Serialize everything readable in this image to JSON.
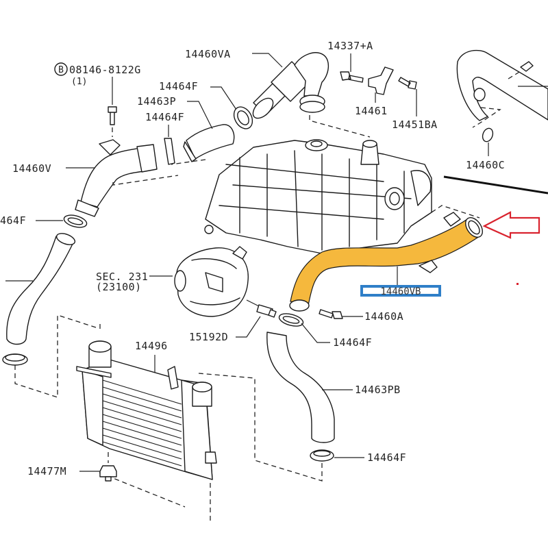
{
  "diagram": {
    "title": "Turbocharger intercooler air hose assembly parts diagram",
    "bolt_symbol": "B",
    "bolt_part": {
      "number": "08146-8122G",
      "qty": "(1)"
    },
    "labels": {
      "p14460VA": "14460VA",
      "p14337A": "14337+A",
      "p14464F_top": "14464F",
      "p14463P": "14463P",
      "p14464F_mid": "14464F",
      "p14461": "14461",
      "p14451BA": "14451BA",
      "p14460C": "14460C",
      "p14460V": "14460V",
      "p14464F_left": "464F",
      "sec_ref": "SEC. 231",
      "sec_ref_sub": "(23100)",
      "p14460A": "14460A",
      "p15192D": "15192D",
      "p14464F_right": "14464F",
      "p14496": "14496",
      "p14463PB": "14463PB",
      "p14464F_bottom": "14464F",
      "p14477M": "14477M"
    },
    "highlighted_part": {
      "label": "14460VB",
      "callout_color": "#2f7fc8",
      "fill_color": "#f5b83d"
    },
    "indicator_arrow": {
      "color": "#d9232e",
      "direction": "left"
    }
  }
}
